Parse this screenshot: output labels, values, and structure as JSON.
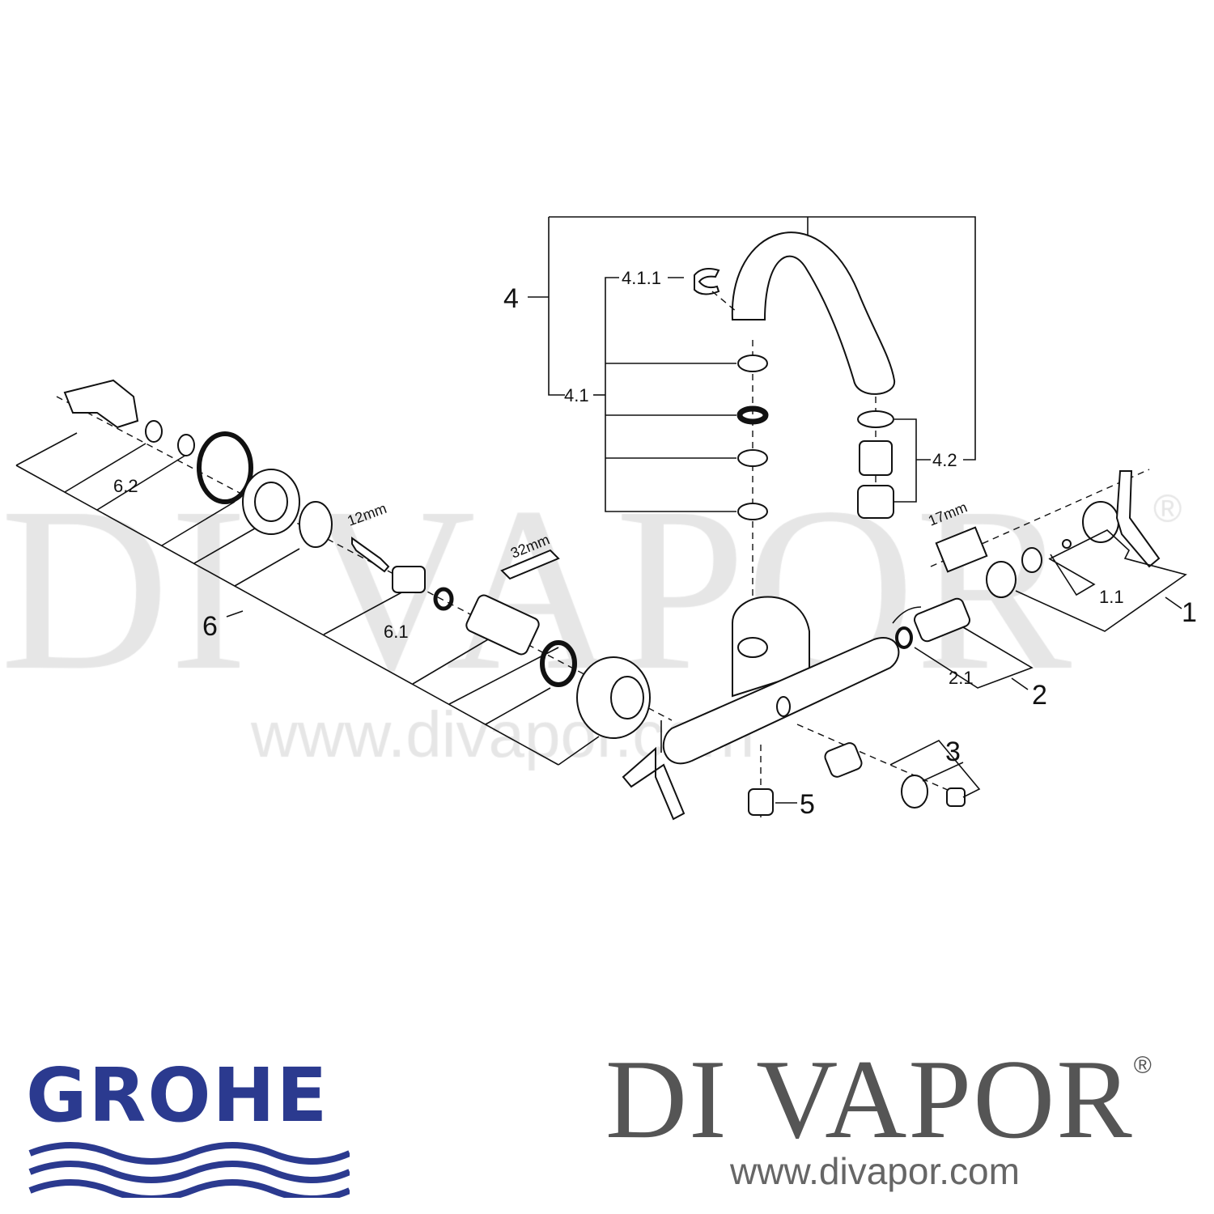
{
  "watermark": {
    "name": "DI VAPOR",
    "reg": "®",
    "url": "www.divapor.com"
  },
  "labels": {
    "p4": "4",
    "p4_1_1": "4.1.1",
    "p4_1": "4.1",
    "p4_2": "4.2",
    "p6_2": "6.2",
    "mm12": "12mm",
    "mm32": "32mm",
    "mm17": "17mm",
    "p6": "6",
    "p6_1": "6.1",
    "p1_1": "1.1",
    "p1": "1",
    "p2_1": "2.1",
    "p2": "2",
    "p3": "3",
    "p5": "5"
  },
  "logos": {
    "grohe": "GROHE",
    "grohe_color": "#2b3a8f",
    "divapor": "DI VAPOR",
    "divapor_reg": "®",
    "divapor_url": "www.divapor.com"
  }
}
